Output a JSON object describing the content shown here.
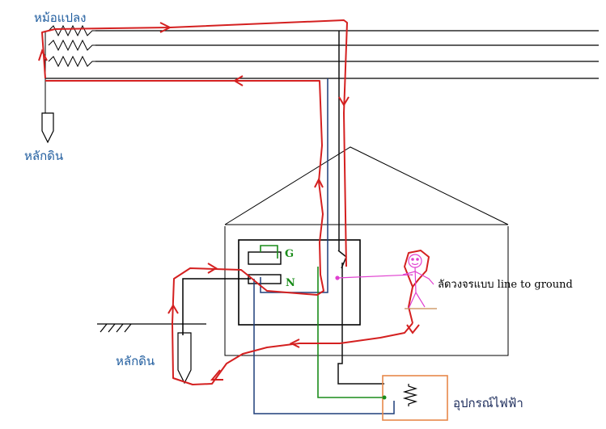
{
  "labels": {
    "transformer": "หม้อแปลง",
    "ground_rod_top": "หลักดิน",
    "ground_rod_bottom": "หลักดิน",
    "panel_g": "G",
    "panel_n": "N",
    "fault_description": "ลัดวงจรแบบ line to ground",
    "appliance": "อุปกรณ์ไฟฟ้า"
  },
  "colors": {
    "fault_path": "#d42020",
    "ground_wire": "#1a8c1a",
    "neutral_wire": "#1f3f7a",
    "line_wire": "#000000",
    "appliance_box": "#e8884a",
    "person": "#e040d0"
  },
  "icons": {
    "transformer": "transformer-coil-icon",
    "ground_rod": "ground-rod-icon",
    "person": "person-figure-icon",
    "resistor": "resistor-zigzag-icon",
    "earth": "earth-hatch-icon"
  }
}
